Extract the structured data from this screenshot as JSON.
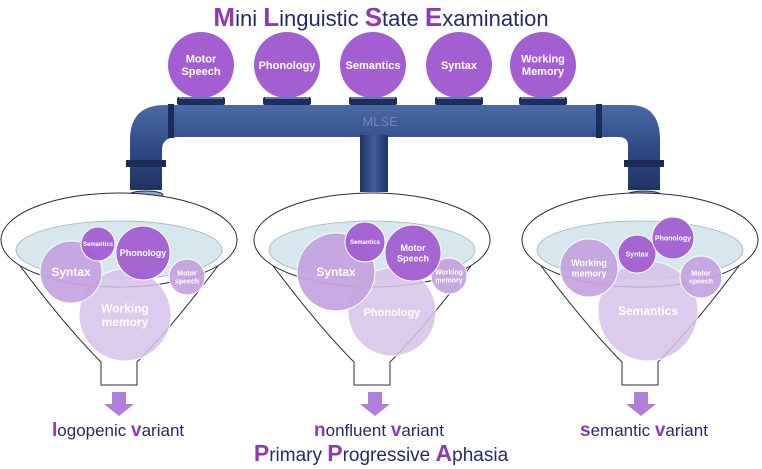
{
  "title": {
    "parts": [
      {
        "cap": "M",
        "rest": "ini "
      },
      {
        "cap": "L",
        "rest": "inguistic "
      },
      {
        "cap": "S",
        "rest": "tate "
      },
      {
        "cap": "E",
        "rest": "xamination"
      }
    ]
  },
  "subtitle": {
    "parts": [
      {
        "cap": "P",
        "rest": "rimary "
      },
      {
        "cap": "P",
        "rest": "rogressive "
      },
      {
        "cap": "A",
        "rest": "phasia"
      }
    ]
  },
  "pipe_label": "MLSE",
  "inputs": [
    "Motor\nSpeech",
    "Phonology",
    "Semantics",
    "Syntax",
    "Working\nMemory"
  ],
  "funnels": [
    {
      "variant": {
        "cap": "l",
        "rest": "ogopenic ",
        "cap2": "v",
        "rest2": "ariant"
      },
      "bubbles": [
        "Semantics",
        "Phonology",
        "Syntax",
        "Motor\nspeech",
        "Working\nmemory"
      ]
    },
    {
      "variant": {
        "cap": "n",
        "rest": "onfluent ",
        "cap2": "v",
        "rest2": "ariant"
      },
      "bubbles": [
        "Semantics",
        "Motor\nSpeech",
        "Syntax",
        "Working\nmemory",
        "Phonology"
      ]
    },
    {
      "variant": {
        "cap": "s",
        "rest": "emantic ",
        "cap2": "v",
        "rest2": "ariant"
      },
      "bubbles": [
        "Phonology",
        "Syntax",
        "Working\nmemory",
        "Motor\nspeech",
        "Semantics"
      ]
    }
  ],
  "colors": {
    "bubble": "#a35fd1",
    "bubble_text": "#ffffff",
    "pipe": "#2f4b86",
    "pipe_dark": "#1e3463",
    "pipe_label": "#6f86b8",
    "funnel_stroke": "#2b2b3d",
    "funnel_liquid": "#cfe4ec",
    "arrow": "#b07fd8",
    "title_text": "#262a6e",
    "title_cap": "#8e3bb3",
    "faded_bubble": "#c6a5e0",
    "light_bubble": "#d8c3eb"
  }
}
